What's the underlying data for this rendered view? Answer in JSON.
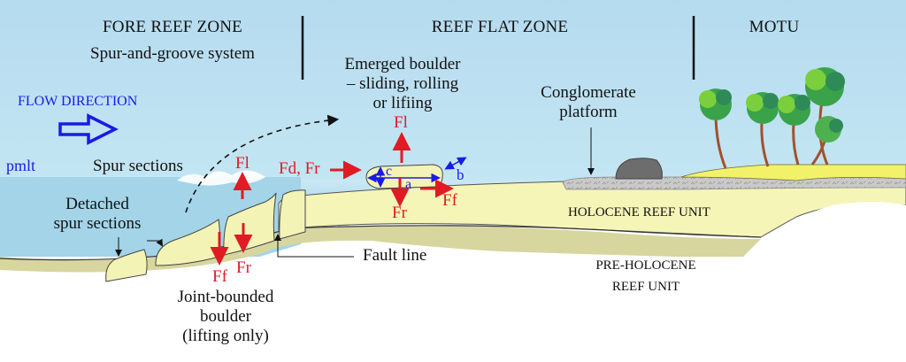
{
  "zones": {
    "fore_reef": "FORE REEF ZONE",
    "reef_flat": "REEF FLAT ZONE",
    "motu": "MOTU"
  },
  "subtitles": {
    "spur_groove": "Spur-and-groove system",
    "emerged_boulder": [
      "Emerged boulder",
      "– sliding, rolling",
      "or lifiing"
    ],
    "conglomerate": [
      "Conglomerate",
      "platform"
    ]
  },
  "labels": {
    "flow_direction": "FLOW DIRECTION",
    "pmlt": "pmlt",
    "spur_sections": "Spur sections",
    "detached": [
      "Detached",
      "spur sections"
    ],
    "joint_bounded": [
      "Joint-bounded",
      "boulder",
      "(lifting only)"
    ],
    "fault_line": "Fault line",
    "holocene": "HOLOCENE REEF UNIT",
    "pre_holocene": [
      "PRE-HOLOCENE",
      "REEF UNIT"
    ]
  },
  "forces": {
    "spur": {
      "lift": "Fl",
      "friction": "Ff",
      "resist": "Fr"
    },
    "boulder": {
      "lift": "Fl",
      "drag": "Fd, Fr",
      "resist": "Fr",
      "friction": "Ff"
    },
    "axes": {
      "a": "a",
      "b": "b",
      "c": "c"
    }
  },
  "colors": {
    "sky_top": "#b7dcef",
    "sky_bottom": "#c6e8f4",
    "water": "#a9d7ea",
    "reef": "#f5f5b8",
    "pre_holocene_band": "#d4d49a",
    "sand": "#f2f26a",
    "conglomerate": "#c8c8c8",
    "boulder_rock": "#6b6b6b",
    "force": "#e01b24",
    "flow": "#1a1ae6"
  }
}
